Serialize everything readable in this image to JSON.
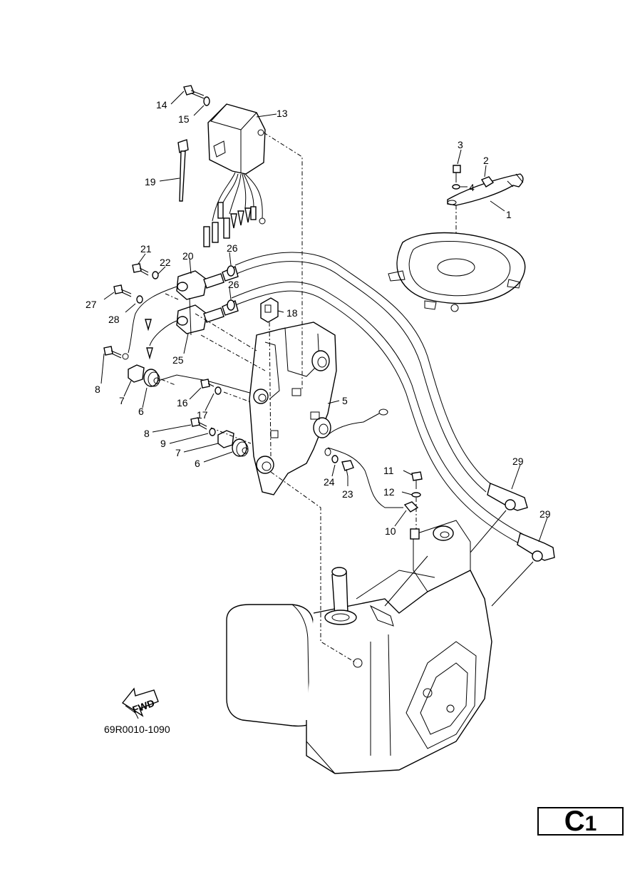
{
  "figure_code": "69R0010-1090",
  "fwd_label": "FWD",
  "page_code": {
    "letter": "C",
    "number": "1"
  },
  "callouts": [
    {
      "id": "c1",
      "text": "1"
    },
    {
      "id": "c2",
      "text": "2"
    },
    {
      "id": "c3",
      "text": "3"
    },
    {
      "id": "c4",
      "text": "4"
    },
    {
      "id": "c5",
      "text": "5"
    },
    {
      "id": "c6a",
      "text": "6"
    },
    {
      "id": "c6b",
      "text": "6"
    },
    {
      "id": "c7a",
      "text": "7"
    },
    {
      "id": "c7b",
      "text": "7"
    },
    {
      "id": "c8a",
      "text": "8"
    },
    {
      "id": "c8b",
      "text": "8"
    },
    {
      "id": "c9",
      "text": "9"
    },
    {
      "id": "c10",
      "text": "10"
    },
    {
      "id": "c11",
      "text": "11"
    },
    {
      "id": "c12",
      "text": "12"
    },
    {
      "id": "c13",
      "text": "13"
    },
    {
      "id": "c14",
      "text": "14"
    },
    {
      "id": "c15",
      "text": "15"
    },
    {
      "id": "c16",
      "text": "16"
    },
    {
      "id": "c17",
      "text": "17"
    },
    {
      "id": "c18",
      "text": "18"
    },
    {
      "id": "c19",
      "text": "19"
    },
    {
      "id": "c20",
      "text": "20"
    },
    {
      "id": "c21",
      "text": "21"
    },
    {
      "id": "c22",
      "text": "22"
    },
    {
      "id": "c23",
      "text": "23"
    },
    {
      "id": "c24",
      "text": "24"
    },
    {
      "id": "c25",
      "text": "25"
    },
    {
      "id": "c26a",
      "text": "26"
    },
    {
      "id": "c26b",
      "text": "26"
    },
    {
      "id": "c27",
      "text": "27"
    },
    {
      "id": "c28",
      "text": "28"
    },
    {
      "id": "c29a",
      "text": "29"
    },
    {
      "id": "c29b",
      "text": "29"
    }
  ]
}
